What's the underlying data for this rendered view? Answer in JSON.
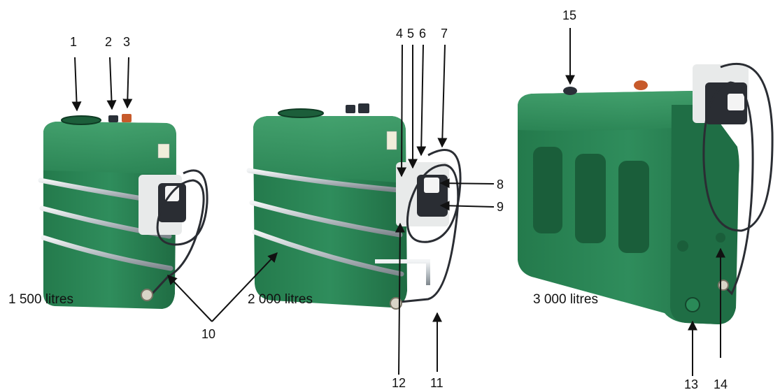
{
  "diagram": {
    "captions": {
      "tank_small": "1 500 litres",
      "tank_medium": "2 000 litres",
      "tank_large": "3 000 litres"
    },
    "callouts": [
      "1",
      "2",
      "3",
      "4",
      "5",
      "6",
      "7",
      "8",
      "9",
      "10",
      "11",
      "12",
      "13",
      "14",
      "15"
    ],
    "colors": {
      "tank_green": "#2e8a5a",
      "tank_dark": "#1d6a42",
      "tank_light": "#4aa873",
      "steel": "#c9cfd3",
      "pump_white": "#eceeee",
      "hose": "#2a2d33",
      "arrow": "#111111"
    },
    "icons": [
      "fill-cap-icon",
      "vent-icon",
      "gauge-icon",
      "pump-icon",
      "hose-icon",
      "nozzle-icon",
      "drain-valve-icon"
    ]
  }
}
